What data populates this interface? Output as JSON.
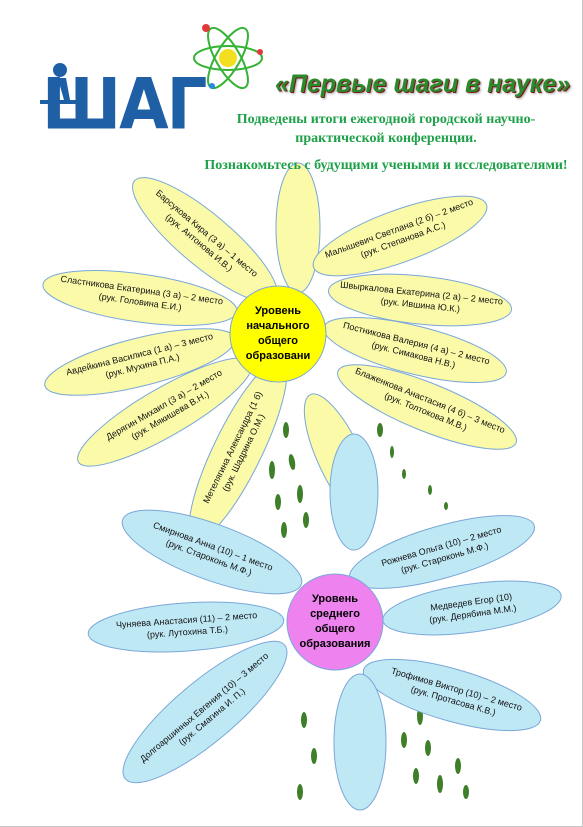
{
  "header": {
    "logo_text": "ШАГ",
    "title": "«Первые шаги в науке»",
    "subtitle": "Подведены итоги ежегодной городской научно-практической конференции.",
    "subtitle2": "Познакомьтесь с будущими учеными и исследователями!"
  },
  "primary": {
    "center": "Уровень начального общего образовани",
    "petals": [
      {
        "name": "Барсукова Кира (3 а) – 1 место",
        "leader": "(рук. Антонова И.В.)"
      },
      {
        "name": "Малышевич Светлана (2 б) – 2 место",
        "leader": "(рук. Степанова А.С.)"
      },
      {
        "name": "Сластникова Екатерина (3 а) – 2 место",
        "leader": "(рук. Головина Е.И.)"
      },
      {
        "name": "Швыркалова Екатерина (2 а) – 2 место",
        "leader": "(рук. Ившина Ю.К.)"
      },
      {
        "name": "Авдейкина Василиса (1 а) – 3 место",
        "leader": "(рук. Мухина П.А.)"
      },
      {
        "name": "Постникова Валерия (4 а) – 2 место",
        "leader": "(рук. Симакова Н.В.)"
      },
      {
        "name": "Дерягин Михаил (3 а) – 2 место",
        "leader": "(рук. Мякишева В.Н.)"
      },
      {
        "name": "Блаженкова Анастасия (4 б) – 3 место",
        "leader": "(рук. Толтокова М.В.)"
      },
      {
        "name": "Метелягина Александра (1 б)",
        "leader": "(рук. Шадрина О.М.)"
      }
    ]
  },
  "secondary": {
    "center": "Уровень среднего общего образования",
    "petals": [
      {
        "name": "Смирнова Анна (10) – 1 место",
        "leader": "(рук. Староконь М.Ф.)"
      },
      {
        "name": "Рожнева Ольга (10) – 2 место",
        "leader": "(рук. Староконь М.Ф.)"
      },
      {
        "name": "Чуняева Анастасия (11) – 2 место",
        "leader": "(рук. Лутохина Т.Б.)"
      },
      {
        "name": "Медведев Егор (10)",
        "leader": "(рук. Дерябина М.М.)"
      },
      {
        "name": "Долгоаршинных Евгения (10) – 3 место",
        "leader": "(рук. Смагина И. П.)"
      },
      {
        "name": "Трофимов Виктор (10) – 2 место",
        "leader": "(рук. Протасова К.В.)"
      }
    ]
  },
  "colors": {
    "logo_blue": "#1f5fa6",
    "title_green": "#2b8a2b",
    "text_green": "#1fa14a",
    "primary_petal": "#fafaa8",
    "primary_center": "#ffff00",
    "secondary_petal": "#bfe8f5",
    "secondary_center": "#ee82ee",
    "footprint": "#3f7f2a",
    "atom_green": "#35b335"
  },
  "icons": [
    "walking-man-icon",
    "atom-icon",
    "footprint-icon"
  ]
}
